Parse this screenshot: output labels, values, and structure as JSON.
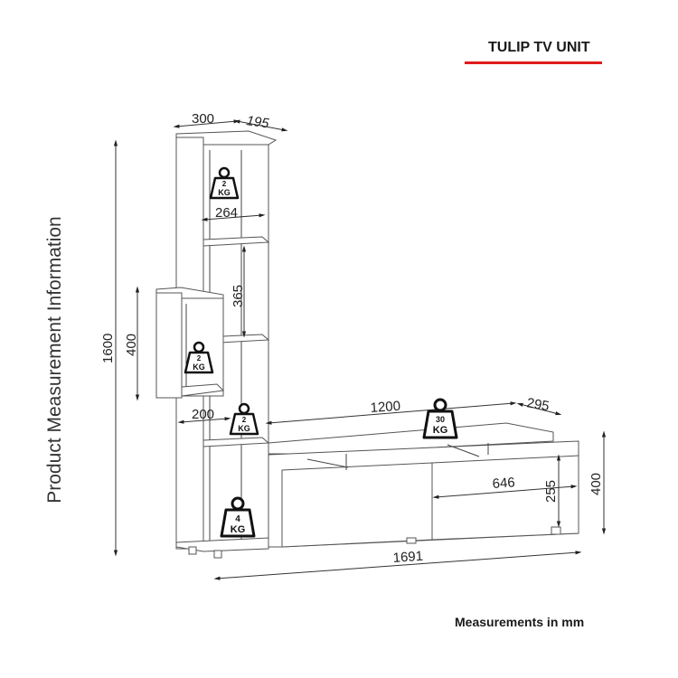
{
  "header": {
    "title": "TULIP TV UNIT",
    "accent_color": "#e01b1b"
  },
  "side_label": "Product Measurement Information",
  "footer": "Measurements in mm",
  "dimensions": {
    "tower_width": "300",
    "tower_depth": "195",
    "shelf_width": "264",
    "shelf_height": "365",
    "total_height": "1600",
    "box_height": "400",
    "box_width": "200",
    "top_width": "1200",
    "top_depth": "295",
    "drawer_width": "646",
    "drawer_height": "255",
    "unit_height": "400",
    "total_width": "1691"
  },
  "weights": [
    {
      "num": "2",
      "unit": "KG"
    },
    {
      "num": "2",
      "unit": "KG"
    },
    {
      "num": "2",
      "unit": "KG"
    },
    {
      "num": "4",
      "unit": "KG"
    },
    {
      "num": "30",
      "unit": "KG"
    }
  ]
}
